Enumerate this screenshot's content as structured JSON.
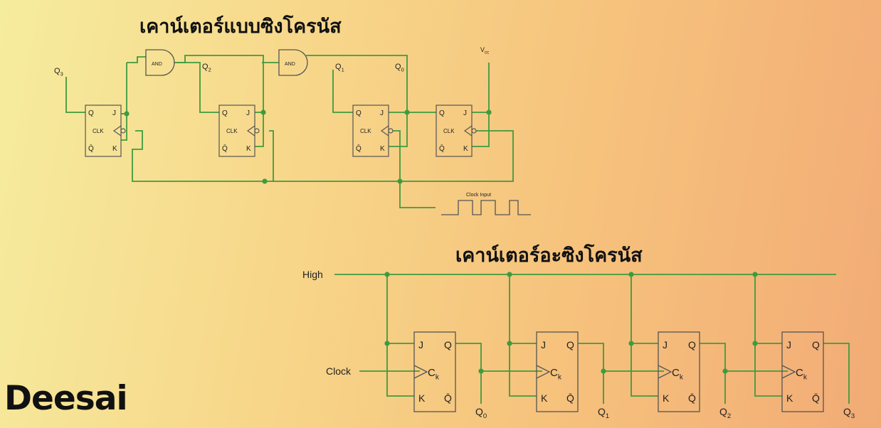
{
  "titles": {
    "synchronous": "เคาน์เตอร์แบบซิงโครนัส",
    "asynchronous": "เคาน์เตอร์อะซิงโครนัส"
  },
  "sync_circuit": {
    "ff_pin_q": "Q",
    "ff_pin_j": "J",
    "ff_pin_clk": "CLK",
    "ff_pin_qbar": "Q̄",
    "ff_pin_k": "K",
    "and_gate_label": "AND",
    "outputs": [
      "Q3",
      "Q2",
      "Q1",
      "Q0"
    ],
    "vcc": "Vcc",
    "clock_input": "Clock Input"
  },
  "async_circuit": {
    "high": "High",
    "clock": "Clock",
    "ff_pin_j": "J",
    "ff_pin_q": "Q",
    "ff_pin_ck": "Ck",
    "ff_pin_k": "K",
    "ff_pin_qbar": "Q̄",
    "outputs": [
      "Q0",
      "Q1",
      "Q2",
      "Q3"
    ]
  },
  "logo": {
    "text": "Deesai"
  },
  "colors": {
    "wire": "#3f9b3f",
    "component": "#555555"
  }
}
